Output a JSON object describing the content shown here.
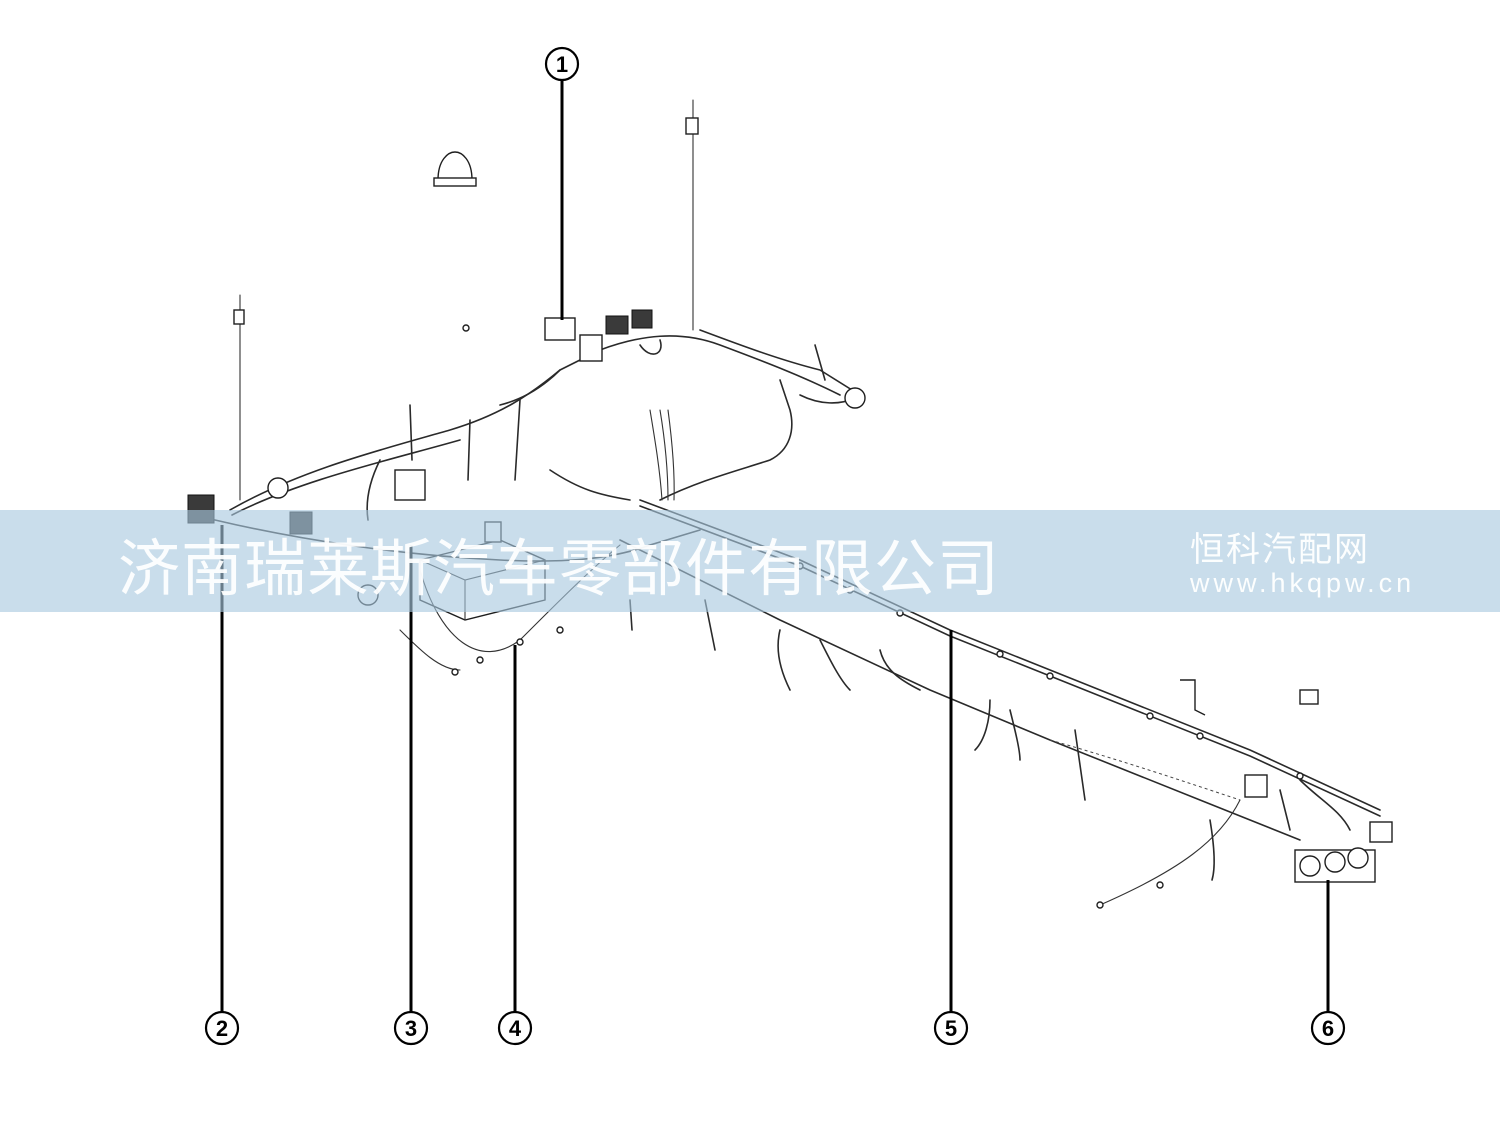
{
  "callouts": [
    "1",
    "2",
    "3",
    "4",
    "5",
    "6"
  ],
  "watermark": {
    "company": "济南瑞莱斯汽车零部件有限公司",
    "brand": "恒科汽配网",
    "url": "www.hkqpw.cn"
  },
  "colors": {
    "line": "#2a2a2a",
    "band": "#a8c8de",
    "watermark_text": "#ffffff"
  }
}
